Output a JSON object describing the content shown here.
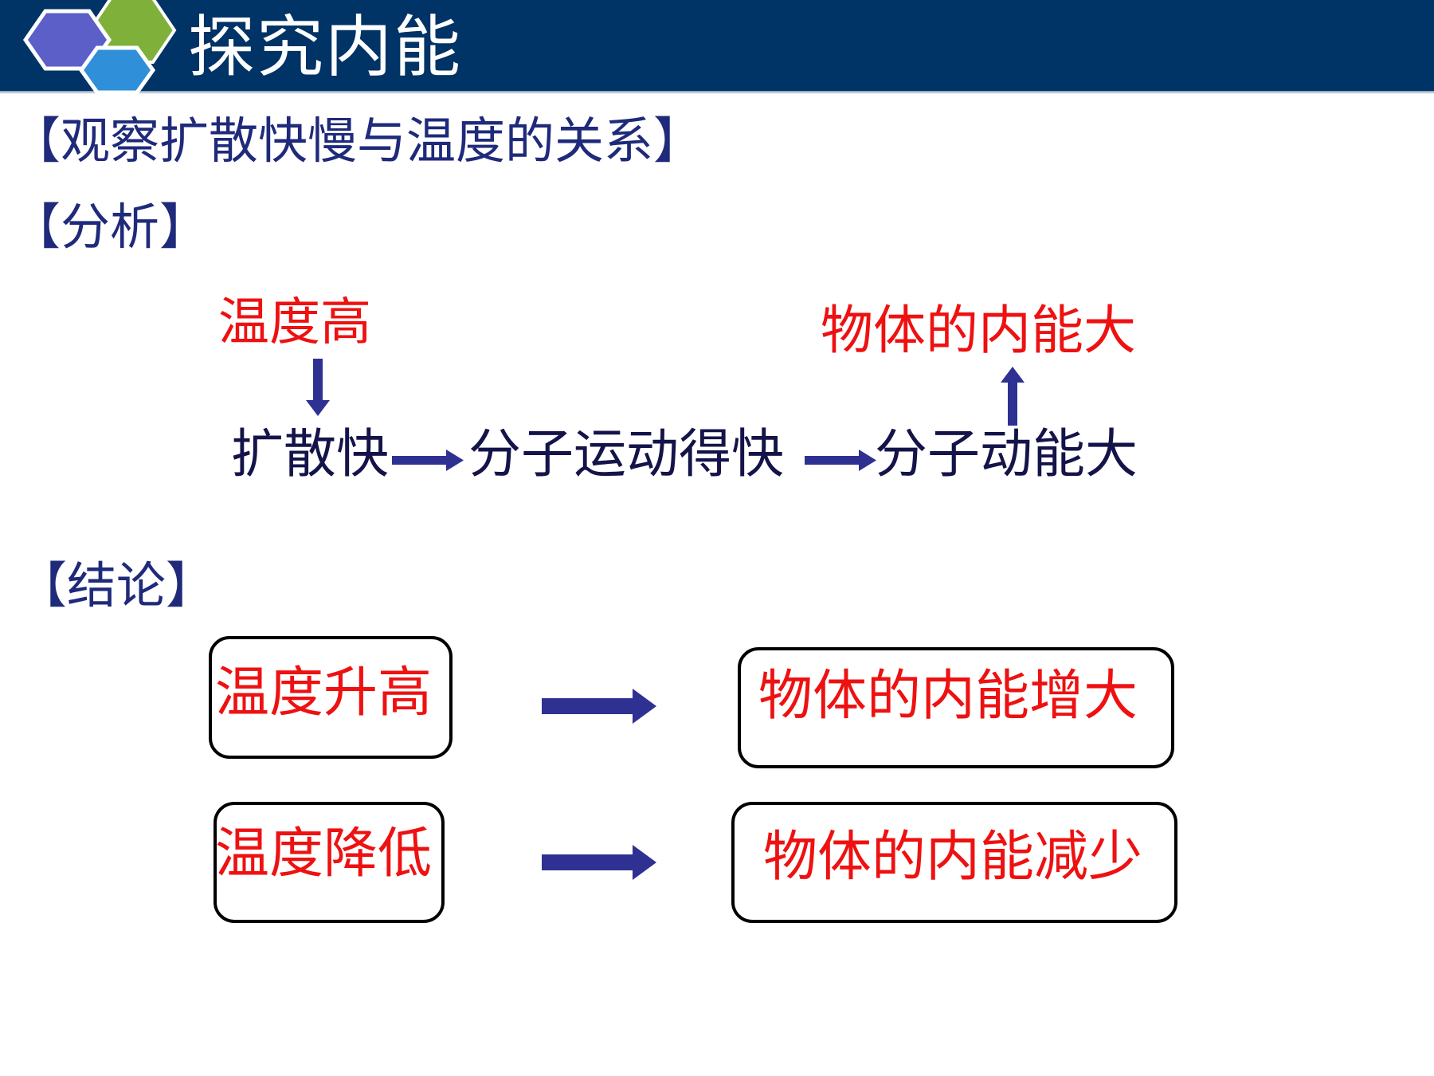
{
  "title": "探究内能",
  "sections": {
    "observe": "【观察扩散快慢与温度的关系】",
    "analysis": "【分析】",
    "conclusion": "【结论】"
  },
  "analysis_flow": {
    "start": "温度高",
    "step1": "扩散快",
    "step2": "分子运动得快",
    "step3": "分子动能大",
    "result": "物体的内能大"
  },
  "conclusions": [
    {
      "condition": "温度升高",
      "result": "物体的内能增大"
    },
    {
      "condition": "温度降低",
      "result": "物体的内能减少"
    }
  ],
  "colors": {
    "header": "#003366",
    "heading_text": "#1f2a7a",
    "highlight": "#ee1111",
    "arrow": "#2e3192",
    "hex_purple": "#5b5fc7",
    "hex_green": "#7fb13a",
    "hex_blue": "#2f8fd8"
  }
}
